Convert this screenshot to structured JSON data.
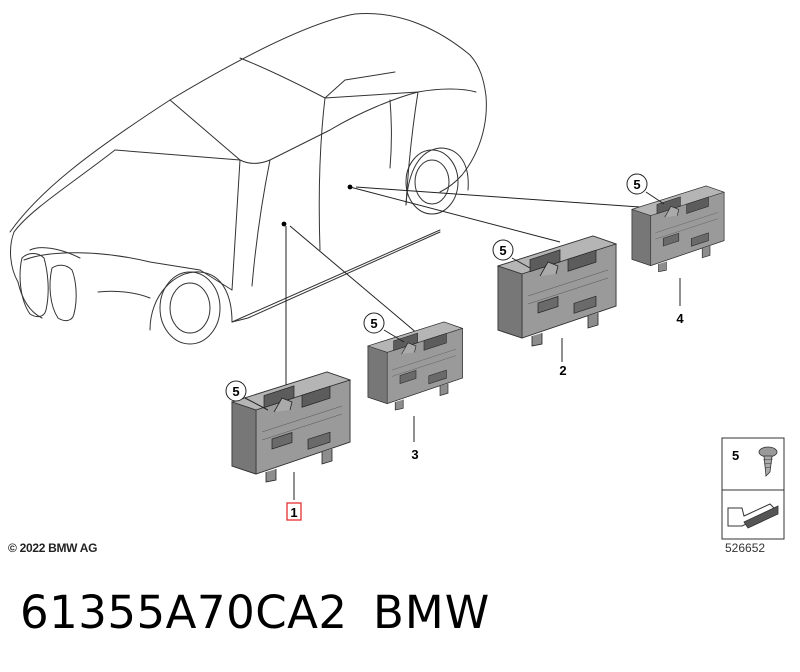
{
  "diagram": {
    "callouts": {
      "part1": "1",
      "part2": "2",
      "part3": "3",
      "part4": "4",
      "screw": "5"
    },
    "legend": {
      "screw_number": "5"
    },
    "copyright": "© 2022 BMW AG",
    "diagram_number": "526652"
  },
  "footer": {
    "part_code": "61355A70CA2",
    "brand": "BMW"
  },
  "colors": {
    "line": "#222222",
    "module_fill": "#9a9a9a",
    "module_dark": "#6e6e6e",
    "highlight_box": "#e53030"
  }
}
